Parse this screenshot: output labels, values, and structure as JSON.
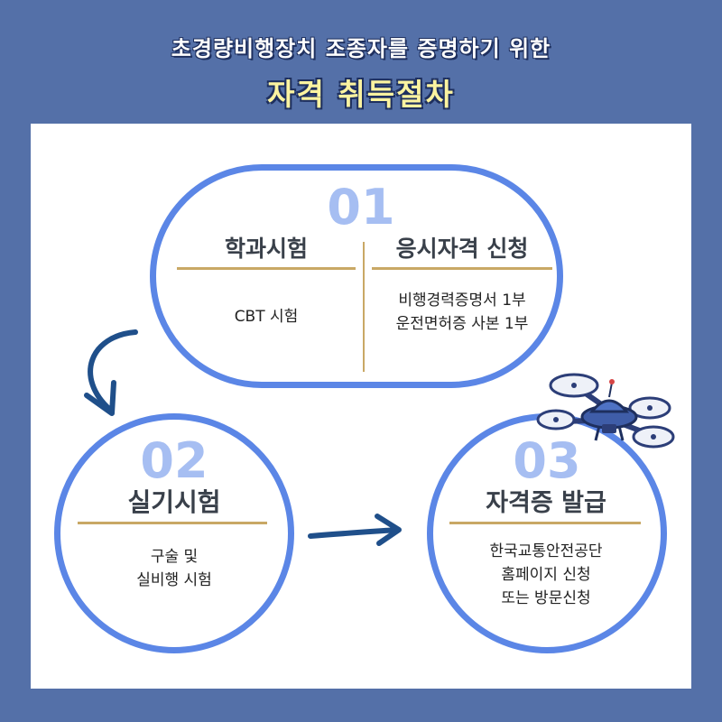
{
  "header": {
    "subtitle": "초경량비행장치 조종자를 증명하기 위한",
    "title": "자격 취득절차"
  },
  "steps": [
    {
      "number": "01",
      "columns": [
        {
          "heading": "학과시험",
          "lines": [
            "CBT 시험"
          ]
        },
        {
          "heading": "응시자격 신청",
          "lines": [
            "비행경력증명서 1부",
            "운전면허증 사본 1부"
          ]
        }
      ]
    },
    {
      "number": "02",
      "heading": "실기시험",
      "lines": [
        "구술 및",
        "실비행 시험"
      ]
    },
    {
      "number": "03",
      "heading": "자격증 발급",
      "lines": [
        "한국교통안전공단",
        "홈페이지 신청",
        "또는 방문신청"
      ]
    }
  ],
  "icons": [
    "curved-arrow-icon",
    "right-arrow-icon",
    "drone-icon"
  ],
  "colors": {
    "background": "#5470a8",
    "border": "#5b86e6",
    "number": "#a6bef2",
    "divider": "#c9a865",
    "title": "#fbf3a0"
  }
}
